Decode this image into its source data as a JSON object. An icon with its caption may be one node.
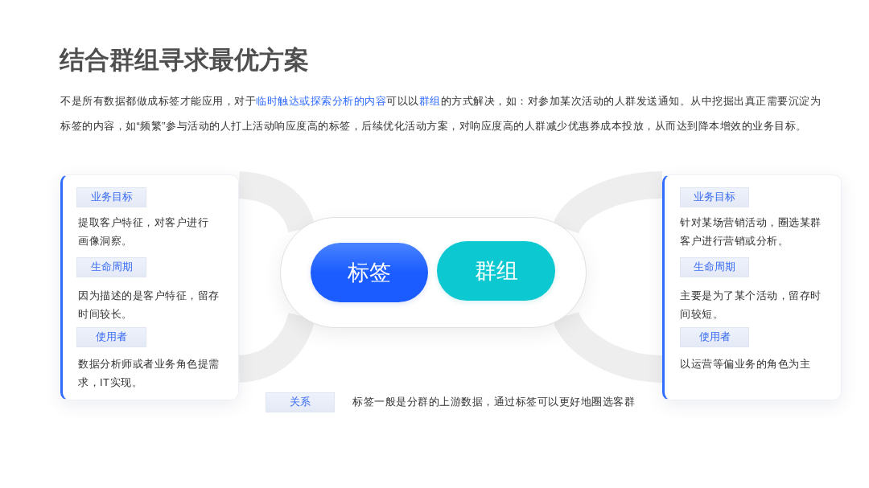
{
  "diagram": {
    "title": "结合群组寻求最优方案",
    "nodes": [
      {
        "text": [],
        "shape": "box"
      },
      {
        "text": [
          "业务目标"
        ],
        "beside": [
          "提取客户特征，对客户进行画像洞察。"
        ],
        "in": 0
      },
      {
        "text": [
          "生命周期"
        ],
        "beside": [
          "因为描述的是客户特征，留存时间较长。"
        ],
        "in": 0
      },
      {
        "text": [
          "使用者"
        ],
        "beside": [
          "数据分析师或者业务角色提需求，IT实现。"
        ],
        "in": 0
      },
      {
        "text": [],
        "shape": "pill"
      },
      {
        "text": [
          "标签"
        ],
        "in": 4
      },
      {
        "text": [
          "群组"
        ],
        "in": 4
      },
      {
        "text": [],
        "shape": "box"
      },
      {
        "text": [
          "业务目标"
        ],
        "beside": [
          "针对某场营销活动，圈选某群客户进行营销或分析。"
        ],
        "in": 7
      },
      {
        "text": [
          "生命周期"
        ],
        "beside": [
          "主要是为了某个活动，留存时间较短。"
        ],
        "in": 7
      },
      {
        "text": [
          "使用者"
        ],
        "beside": [
          "以运营等偏业务的角色为主"
        ],
        "in": 7
      },
      {
        "text": [
          "关系"
        ],
        "beside": [
          "标签一般是分群的上游数据，通过标签可以更好地圈选客群"
        ]
      }
    ],
    "edges": [
      {
        "from": 0,
        "to": 4,
        "arrow": "none"
      },
      {
        "from": 0,
        "to": 4,
        "arrow": "none"
      },
      {
        "from": 4,
        "to": 7,
        "arrow": "none"
      },
      {
        "from": 4,
        "to": 7,
        "arrow": "none"
      }
    ],
    "labels": [
      "不是所有数据都做成标签才能应用，对于**临时触达或探索分析的内容**可以以**群组**的方式解决，如：对参加某次活动的人群发送通知。从中挖掘出真正需要沉淀为标签的内容，如“频繁”参与活动的人打上活动响应度高的标签，后续优化活动方案，对响应度高的人群减少优惠券成本投放，从而达到降本增效的业务目标。"
    ]
  }
}
